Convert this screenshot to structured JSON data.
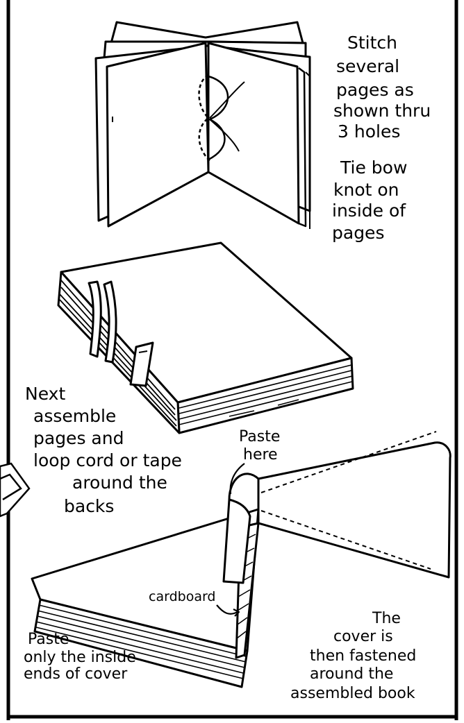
{
  "labels": {
    "stitch": [
      "Stitch",
      "several",
      "pages as",
      "shown thru",
      "3 holes"
    ],
    "tie": [
      "Tie bow",
      "knot on",
      "inside of",
      "pages"
    ],
    "next": [
      "Next",
      "assemble",
      "pages and",
      "loop cord or tape",
      "around the",
      "backs"
    ],
    "paste_here": [
      "Paste",
      "here"
    ],
    "cardboard": "cardboard",
    "paste_inside": [
      "Paste",
      "only the inside",
      "ends of cover"
    ],
    "cover": [
      "The",
      "cover is",
      "then fastened",
      "around the",
      "assembled book"
    ]
  },
  "colors": {
    "ink": "#000000",
    "paper": "#ffffff"
  }
}
